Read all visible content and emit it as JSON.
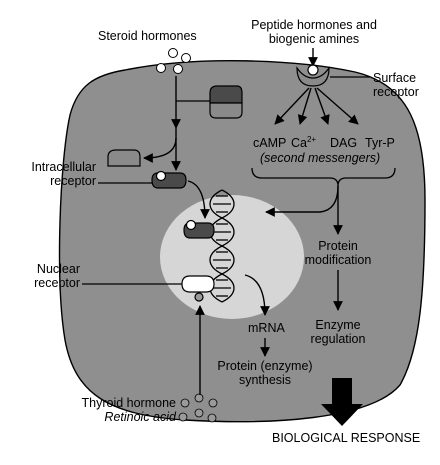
{
  "labels": {
    "steroid_hormones": "Steroid hormones",
    "peptide_line1": "Peptide hormones and",
    "peptide_line2": "biogenic amines",
    "surface_receptor_line1": "Surface",
    "surface_receptor_line2": "receptor",
    "second_messengers": [
      {
        "base": "cAMP",
        "sup": ""
      },
      {
        "base": "Ca",
        "sup": "2+"
      },
      {
        "base": "DAG",
        "sup": ""
      },
      {
        "base": "Tyr-P",
        "sup": ""
      }
    ],
    "second_messengers_caption": "(second messengers)",
    "intracellular_line1": "Intracellular",
    "intracellular_line2": "receptor",
    "protein_mod_line1": "Protein",
    "protein_mod_line2": "modification",
    "nuclear_line1": "Nuclear",
    "nuclear_line2": "receptor",
    "mrna": "mRNA",
    "enzyme_reg_line1": "Enzyme",
    "enzyme_reg_line2": "regulation",
    "protein_syn_line1": "Protein (enzyme)",
    "protein_syn_line2": "synthesis",
    "thyroid_hormone": "Thyroid hormone",
    "retinoic_acid": "Retinoic acid",
    "biological_response": "BIOLOGICAL RESPONSE"
  },
  "colors": {
    "cell": "#8f8f8f",
    "nucleus": "#d6d6d6",
    "receptor_dark": "#4a4a4a",
    "receptor_mid": "#8a8a8a",
    "thyroid_dot": "#9a9a9a"
  }
}
